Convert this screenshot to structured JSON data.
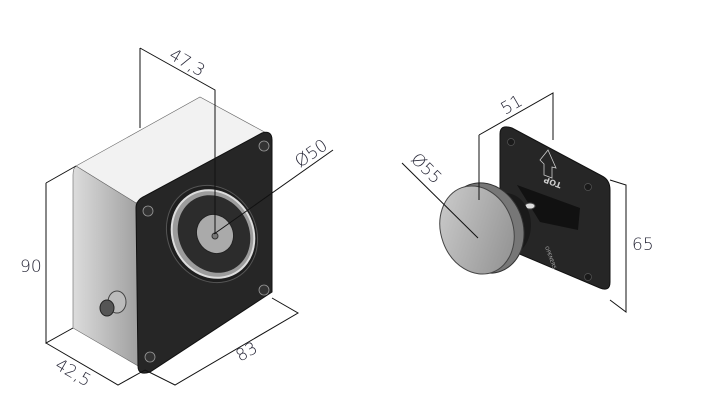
{
  "magnet_unit": {
    "dimensions": {
      "depth_offset": "47,3",
      "diameter": "Ø50",
      "height": "90",
      "depth": "42,5",
      "width": "83"
    }
  },
  "armature_plate": {
    "dimensions": {
      "width": "51",
      "height": "65",
      "diameter": "Ø55"
    },
    "plate_markings": {
      "top": "TOP",
      "brand": "OPENERS"
    }
  },
  "colors": {
    "housing": "#e8e8e8",
    "face": "#262626",
    "steel": "#b8b8b8"
  }
}
